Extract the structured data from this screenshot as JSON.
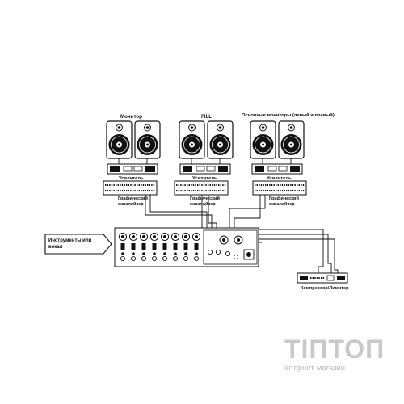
{
  "diagram": {
    "groups": {
      "monitor": "Монитор",
      "fill": "FILL",
      "main": "Основные мониторы (левый и правый)"
    },
    "amp_label": "Усилитель",
    "eq_label_line1": "Графический",
    "eq_label_line2": "эквалайзер",
    "instruments_line1": "Инструменты или",
    "instruments_line2": "вокал",
    "compressor": "Компрессор/Лимитер"
  },
  "watermark": {
    "brand": "ТІПТОП",
    "tagline": "інтернет-магазин"
  },
  "colors": {
    "ink": "#111111",
    "watermark": "#c9c9c9"
  }
}
